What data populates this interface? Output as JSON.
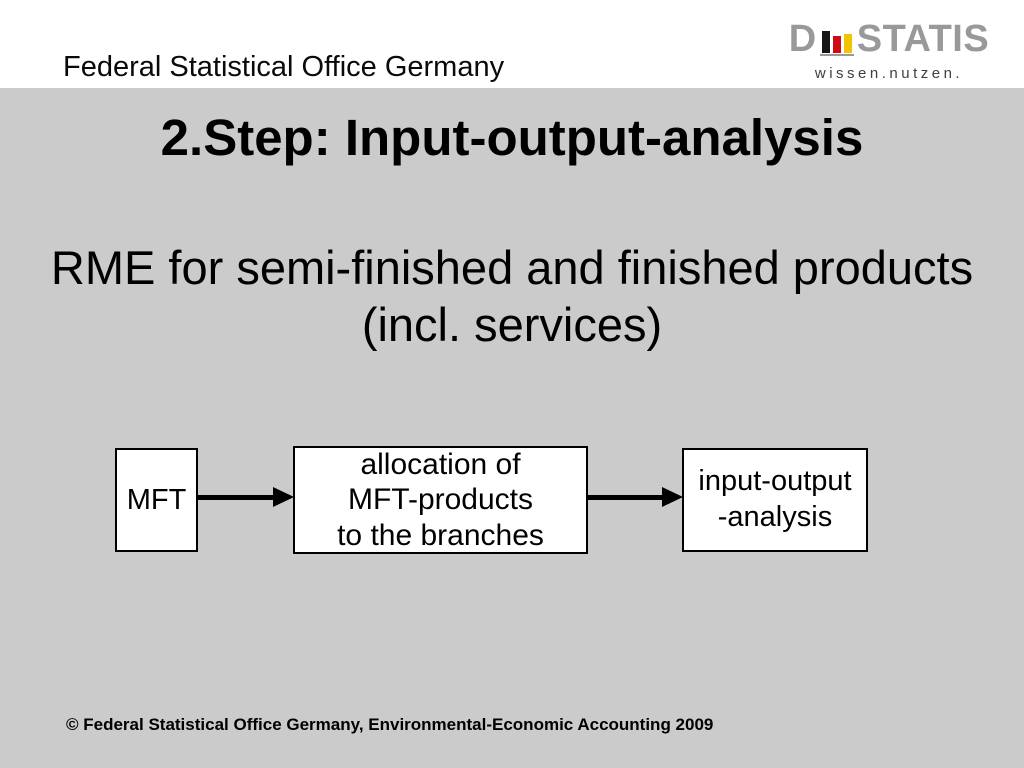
{
  "slide": {
    "background_color": "#cbcbcb",
    "title": "2.Step: Input-output-analysis",
    "subtitle": "RME for semi-finished and finished products\n(incl. services)"
  },
  "header": {
    "title": "Federal Statistical Office Germany",
    "background_color": "#ffffff",
    "logo": {
      "word_prefix": "D",
      "word_suffix": "STATIS",
      "tagline": "wissen.nutzen.",
      "icon": "bar-chart-icon",
      "colors": {
        "lettering": "#97999b",
        "tagline": "#3c4043",
        "bar_black": "#161616",
        "bar_red": "#cf0a12",
        "bar_yellow": "#f2c300",
        "baseline": "#97999b"
      }
    }
  },
  "diagram": {
    "boxes": [
      {
        "id": "mft",
        "label": "MFT"
      },
      {
        "id": "allocation",
        "label": "allocation of\nMFT-products\nto the branches"
      },
      {
        "id": "io-analysis",
        "label": "input-output\n-analysis"
      }
    ],
    "arrow_color": "#000000"
  },
  "footer": {
    "text": "© Federal Statistical Office Germany, Environmental-Economic Accounting 2009"
  }
}
